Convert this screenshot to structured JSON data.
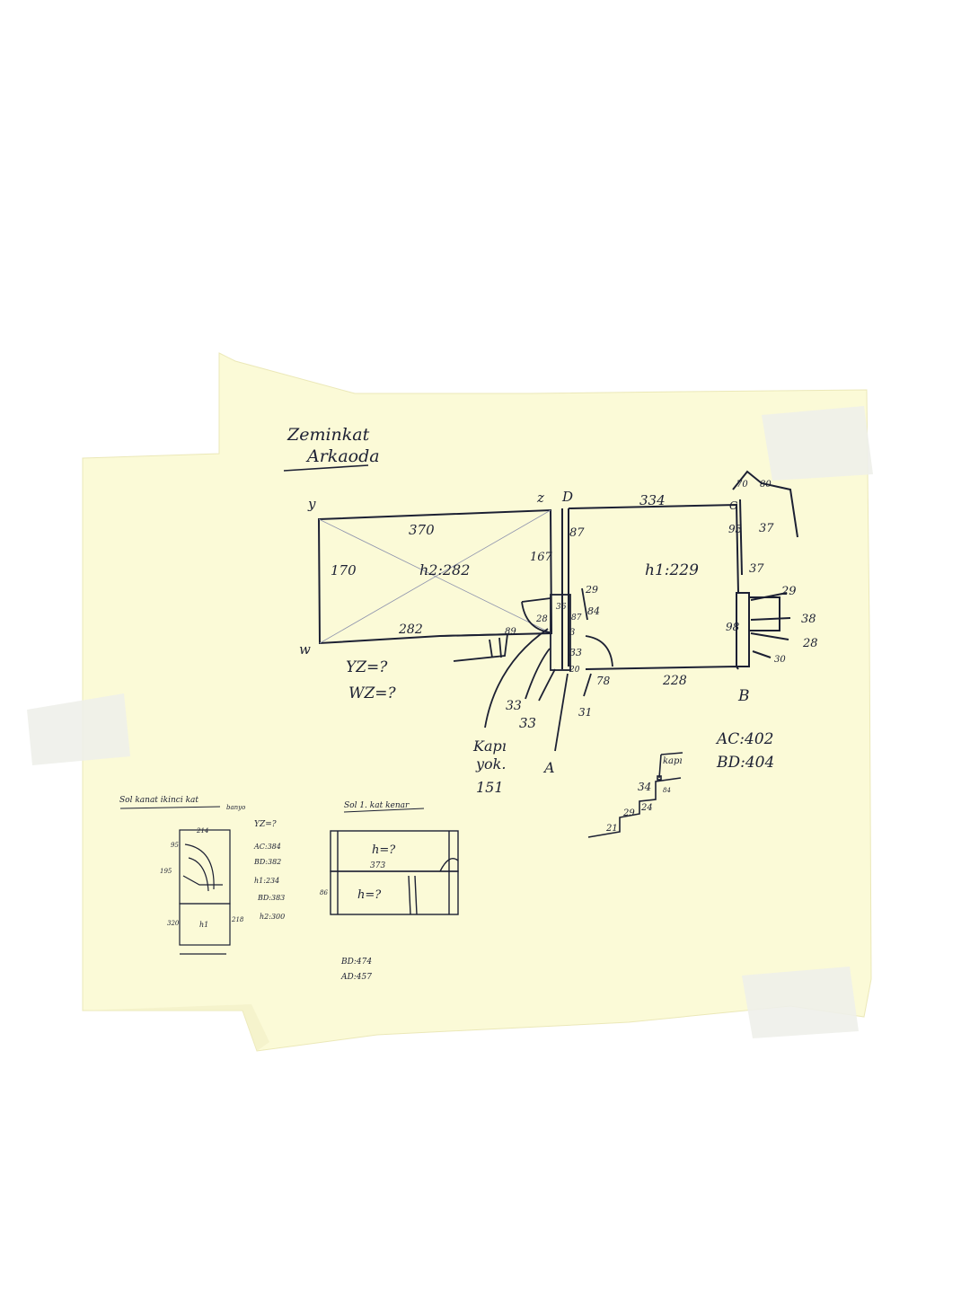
{
  "colors": {
    "paper": "#fbfad7",
    "paper_shadow": "#f1efc4",
    "ink": "#1c2033",
    "pencil": "#5a5f7a",
    "tape": "#eef0ea"
  },
  "main": {
    "title_line1": "Zeminkat",
    "title_line2": "Arkaoda",
    "room_left": {
      "top": "370",
      "side": "170",
      "height": "h2:282",
      "bottom": "282",
      "right": "167"
    },
    "room_right": {
      "top": "334",
      "height": "h1:229",
      "bottom": "228",
      "side": "87"
    },
    "corners": {
      "y": "y",
      "z": "z",
      "w": "w",
      "d": "D",
      "c": "C",
      "a": "A",
      "b": "B"
    },
    "questions": {
      "yz": "YZ=?",
      "wz": "WZ=?"
    },
    "door": {
      "v29": "29",
      "v28a": "28",
      "v36": "36",
      "v87": "87",
      "v84": "84",
      "v3": "3",
      "v33": "33",
      "v20": "20",
      "v78": "78"
    },
    "door_labels": {
      "v33a": "33",
      "v33b": "33",
      "v31": "31",
      "v89": "89"
    },
    "note": {
      "line1": "Kapı",
      "line2": "yok.",
      "line3": "151"
    },
    "right_side": {
      "v70": "70",
      "v80": "80",
      "v93": "93",
      "v37a": "37",
      "v37b": "37",
      "v29": "29",
      "v98": "98",
      "v38": "38",
      "v28": "28",
      "v30": "30"
    },
    "diagonals": {
      "ac": "AC:402",
      "bd": "BD:404"
    },
    "stairs": {
      "label": "kapı",
      "s34": "34",
      "s84": "84",
      "s24": "24",
      "s29": "29",
      "s21": "21"
    }
  },
  "small_left": {
    "title": "Sol kanat ikinci kat",
    "subtitle": "banyo",
    "top": "214",
    "notes": [
      "YZ=?",
      "AC:384",
      "BD:382",
      "h1:234",
      "BD:383",
      "h2:300"
    ],
    "v95": "95",
    "v195": "195",
    "v320": "320",
    "v218": "218",
    "h1": "h1"
  },
  "small_right": {
    "title": "Sol 1. kat kenar",
    "h2": "h=?",
    "h1": "h=?",
    "mid": "373",
    "v86": "86",
    "notes": [
      "BD:474",
      "AD:457"
    ]
  }
}
